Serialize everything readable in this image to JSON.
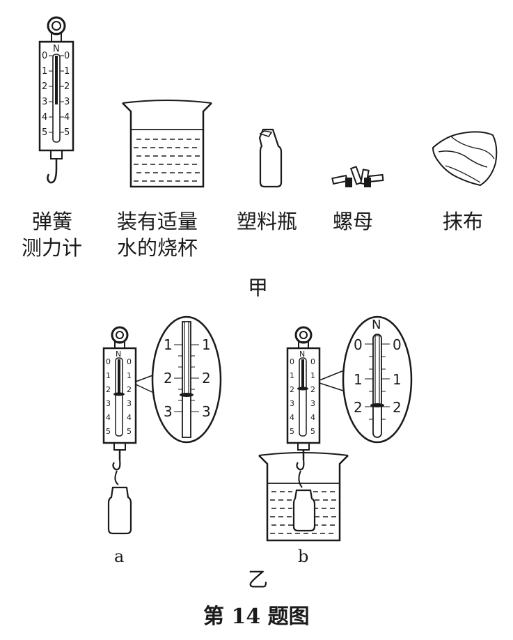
{
  "jia": {
    "items": [
      {
        "line1": "弹簧",
        "line2": "测力计"
      },
      {
        "line1": "装有适量",
        "line2": "水的烧杯"
      },
      {
        "line1": "塑料瓶",
        "line2": ""
      },
      {
        "line1": "螺母",
        "line2": ""
      },
      {
        "line1": "抹布",
        "line2": ""
      }
    ],
    "label": "甲"
  },
  "yi": {
    "sub_a": "a",
    "sub_b": "b",
    "label": "乙"
  },
  "scale": {
    "unit": "N",
    "ticks": [
      "0",
      "1",
      "2",
      "3",
      "4",
      "5"
    ],
    "zoom_a_ticks": [
      "1",
      "2",
      "3"
    ],
    "zoom_b_ticks": [
      "0",
      "1",
      "2"
    ],
    "reading_a_N": 2.4,
    "reading_b_N": 2.0
  },
  "caption": "第 14 题图"
}
